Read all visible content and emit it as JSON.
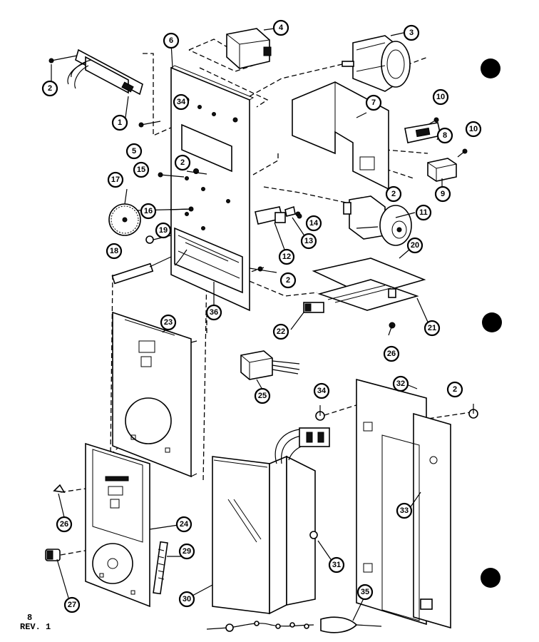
{
  "page": {
    "number": "8",
    "revision": "REV. 1"
  },
  "callouts": {
    "c1": "1",
    "c2a": "2",
    "c2b": "2",
    "c2c": "2",
    "c2d": "2",
    "c2e": "2",
    "c3": "3",
    "c4": "4",
    "c5": "5",
    "c6": "6",
    "c7": "7",
    "c8": "8",
    "c9": "9",
    "c10a": "10",
    "c10b": "10",
    "c11": "11",
    "c12": "12",
    "c13": "13",
    "c14": "14",
    "c15": "15",
    "c16": "16",
    "c17": "17",
    "c18": "18",
    "c19": "19",
    "c20": "20",
    "c21": "21",
    "c22": "22",
    "c23": "23",
    "c24": "24",
    "c25": "25",
    "c26a": "26",
    "c26b": "26",
    "c27": "27",
    "c29": "29",
    "c30": "30",
    "c31": "31",
    "c32": "32",
    "c33": "33",
    "c34a": "34",
    "c34b": "34",
    "c35": "35",
    "c36": "36"
  }
}
